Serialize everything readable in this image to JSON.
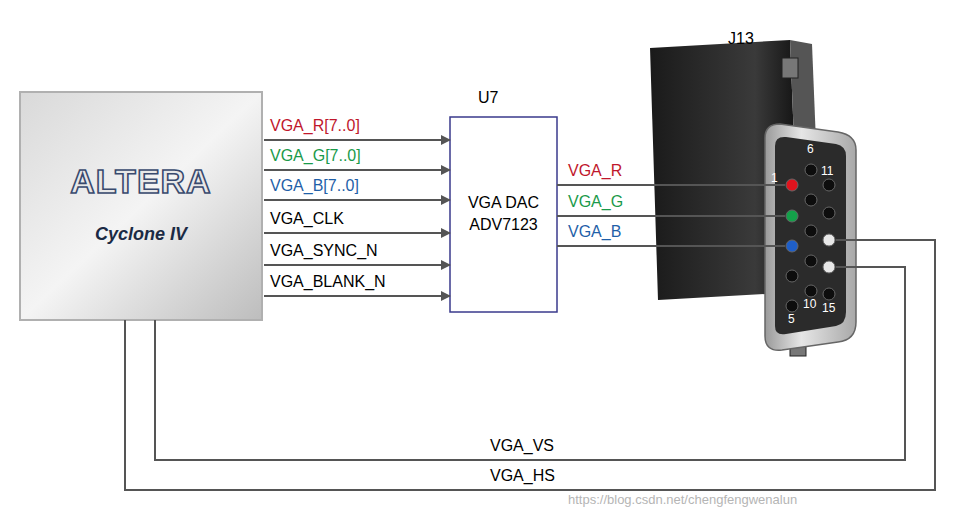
{
  "diagram": {
    "nodes": [
      {
        "text": [
          "ALTERA",
          "Cyclone IV"
        ]
      },
      {
        "text": [
          "U7",
          "VGA DAC ADV7123"
        ]
      },
      {
        "text": [
          "J13",
          "1",
          "6",
          "11",
          "10",
          "15",
          "5"
        ]
      }
    ],
    "edges": [
      {
        "from": 0,
        "to": 1,
        "arrow": "to",
        "label": "VGA_R[7..0]"
      },
      {
        "from": 0,
        "to": 1,
        "arrow": "to",
        "label": "VGA_G[7..0]"
      },
      {
        "from": 0,
        "to": 1,
        "arrow": "to",
        "label": "VGA_B[7..0]"
      },
      {
        "from": 0,
        "to": 1,
        "arrow": "to",
        "label": "VGA_CLK"
      },
      {
        "from": 0,
        "to": 1,
        "arrow": "to",
        "label": "VGA_SYNC_N"
      },
      {
        "from": 0,
        "to": 1,
        "arrow": "to",
        "label": "VGA_BLANK_N"
      },
      {
        "from": 1,
        "to": 2,
        "arrow": "none",
        "label": "VGA_R"
      },
      {
        "from": 1,
        "to": 2,
        "arrow": "none",
        "label": "VGA_G"
      },
      {
        "from": 1,
        "to": 2,
        "arrow": "none",
        "label": "VGA_B"
      },
      {
        "from": 0,
        "to": 2,
        "arrow": "none",
        "label": "VGA_VS"
      },
      {
        "from": 0,
        "to": 2,
        "arrow": "none",
        "label": "VGA_HS"
      }
    ],
    "labels": [
      "https://blog.csdn.net/chengfengwenalun"
    ]
  }
}
